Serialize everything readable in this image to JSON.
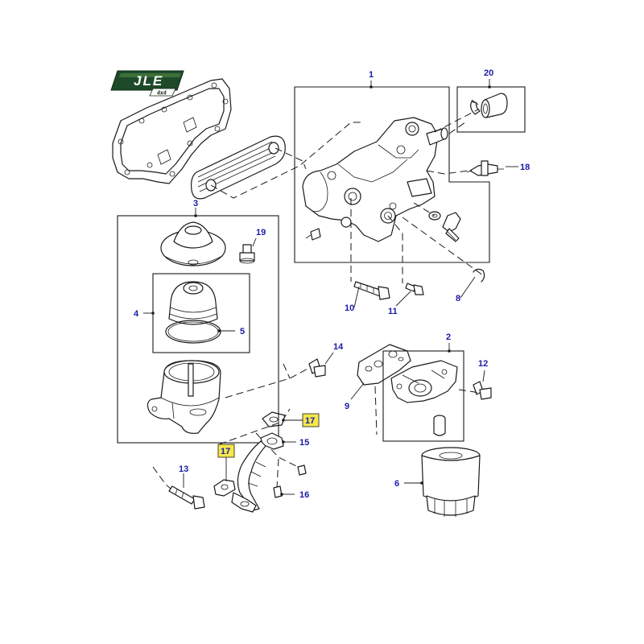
{
  "logo": {
    "text": "JLE",
    "subtext": "4x4",
    "bg_color": "#1f4a2a"
  },
  "callout_color": "#1a1aa8",
  "highlight_color": "#f5e84a",
  "callouts": {
    "c1": "1",
    "c2": "2",
    "c3": "3",
    "c4": "4",
    "c5": "5",
    "c6": "6",
    "c8": "8",
    "c9": "9",
    "c10": "10",
    "c11": "11",
    "c12": "12",
    "c13": "13",
    "c14": "14",
    "c15": "15",
    "c16": "16",
    "c17a": "17",
    "c17b": "17",
    "c18": "18",
    "c19": "19",
    "c20": "20"
  }
}
